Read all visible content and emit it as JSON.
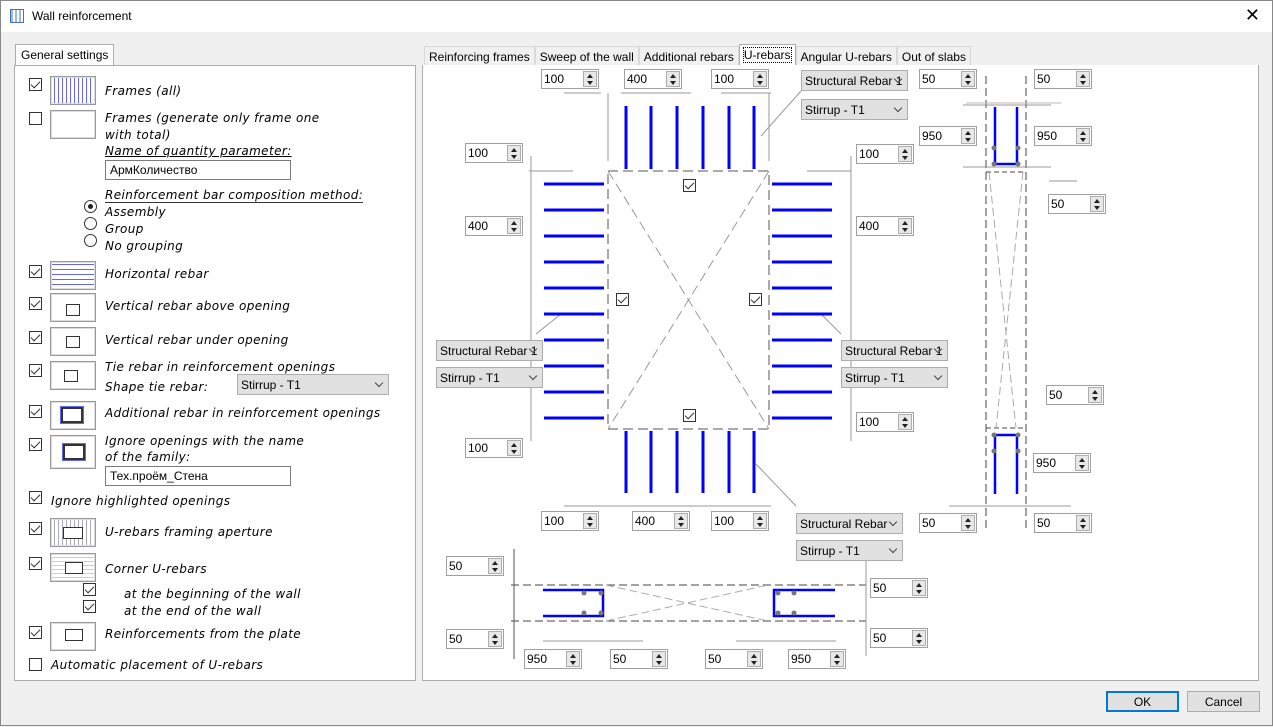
{
  "window": {
    "title": "Wall reinforcement",
    "close": "✕"
  },
  "left": {
    "tab": "General settings",
    "items": [
      {
        "label": "Frames (all)",
        "checked": true
      },
      {
        "label": "Frames (generate only frame one",
        "label2": "with total)",
        "checked": false
      },
      {
        "label": "Horizontal rebar",
        "checked": true
      },
      {
        "label": "Vertical rebar above opening",
        "checked": true
      },
      {
        "label": "Vertical rebar under opening",
        "checked": true
      },
      {
        "label": "Tie rebar in reinforcement openings",
        "checked": true
      },
      {
        "label": "Additional rebar in reinforcement openings",
        "checked": true
      },
      {
        "label": "Ignore openings with the name",
        "label2": "of the family:",
        "checked": true
      },
      {
        "label": "Ignore highlighted openings",
        "checked": true
      },
      {
        "label": "U-rebars framing aperture",
        "checked": true
      },
      {
        "label": "Corner U-rebars",
        "checked": true
      },
      {
        "label": "at the beginning of the wall",
        "checked": true
      },
      {
        "label": "at the end of the wall",
        "checked": true
      },
      {
        "label": "Reinforcements from the plate",
        "checked": true
      },
      {
        "label": "Automatic placement of U-rebars",
        "checked": false
      }
    ],
    "quantity_param_label": "Name of quantity parameter:",
    "quantity_param_value": "АрмКоличество",
    "composition_label": "Reinforcement bar composition method:",
    "composition_options": [
      "Assembly",
      "Group",
      "No grouping"
    ],
    "shape_tie_label": "Shape tie rebar:",
    "shape_tie_value": "Stirrup - T1",
    "family_name_value": "Тех.проём_Стена"
  },
  "tabs": [
    "Reinforcing frames",
    "Sweep of the wall",
    "Additional rebars",
    "U-rebars",
    "Angular U-rebars",
    "Out of slabs"
  ],
  "active_tab": "U-rebars",
  "spinners": [
    "100",
    "400",
    "100",
    "100",
    "400",
    "100",
    "100",
    "400",
    "100",
    "100",
    "400",
    "100",
    "50",
    "50",
    "950",
    "950",
    "50",
    "50",
    "950",
    "50",
    "50",
    "50",
    "50",
    "50",
    "50",
    "950",
    "50",
    "50",
    "950"
  ],
  "dropdowns": [
    "Structural Rebar 1",
    "Stirrup - T1",
    "Structural Rebar 1",
    "Stirrup - T1",
    "Structural Rebar 1",
    "Stirrup - T1",
    "Structural Rebar",
    "Stirrup - T1"
  ],
  "buttons": {
    "ok": "OK",
    "cancel": "Cancel"
  },
  "colors": {
    "rebar": "#0000ff"
  }
}
